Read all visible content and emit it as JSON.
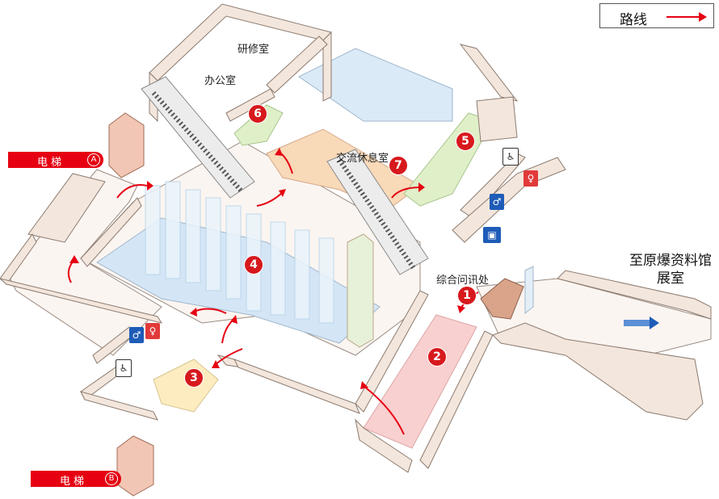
{
  "legend": {
    "label": "路线",
    "arrow_color": "#e60012"
  },
  "elevators": [
    {
      "label": "电梯",
      "letter": "A"
    },
    {
      "label": "电梯",
      "letter": "B"
    }
  ],
  "rooms": {
    "training_room": "研修室",
    "office": "办公室",
    "lounge": "交流休息室",
    "info_desk": "综合问讯处",
    "exhibit_line1": "至原爆资料馆",
    "exhibit_line2": "展室"
  },
  "stops": [
    "1",
    "2",
    "3",
    "4",
    "5",
    "6",
    "7"
  ],
  "icons": {
    "wheelchair": "wheelchair-icon",
    "male": "male-restroom-icon",
    "female": "female-restroom-icon",
    "baby": "baby-room-icon"
  },
  "colors": {
    "route": "#e60012",
    "wall": "#f3e6dc",
    "floor_blue": "#d4e6f6",
    "floor_orange": "#f8d9b8",
    "floor_green": "#dff0c8",
    "floor_pink": "#f9d0d0",
    "floor_yellow": "#fcecc0"
  }
}
